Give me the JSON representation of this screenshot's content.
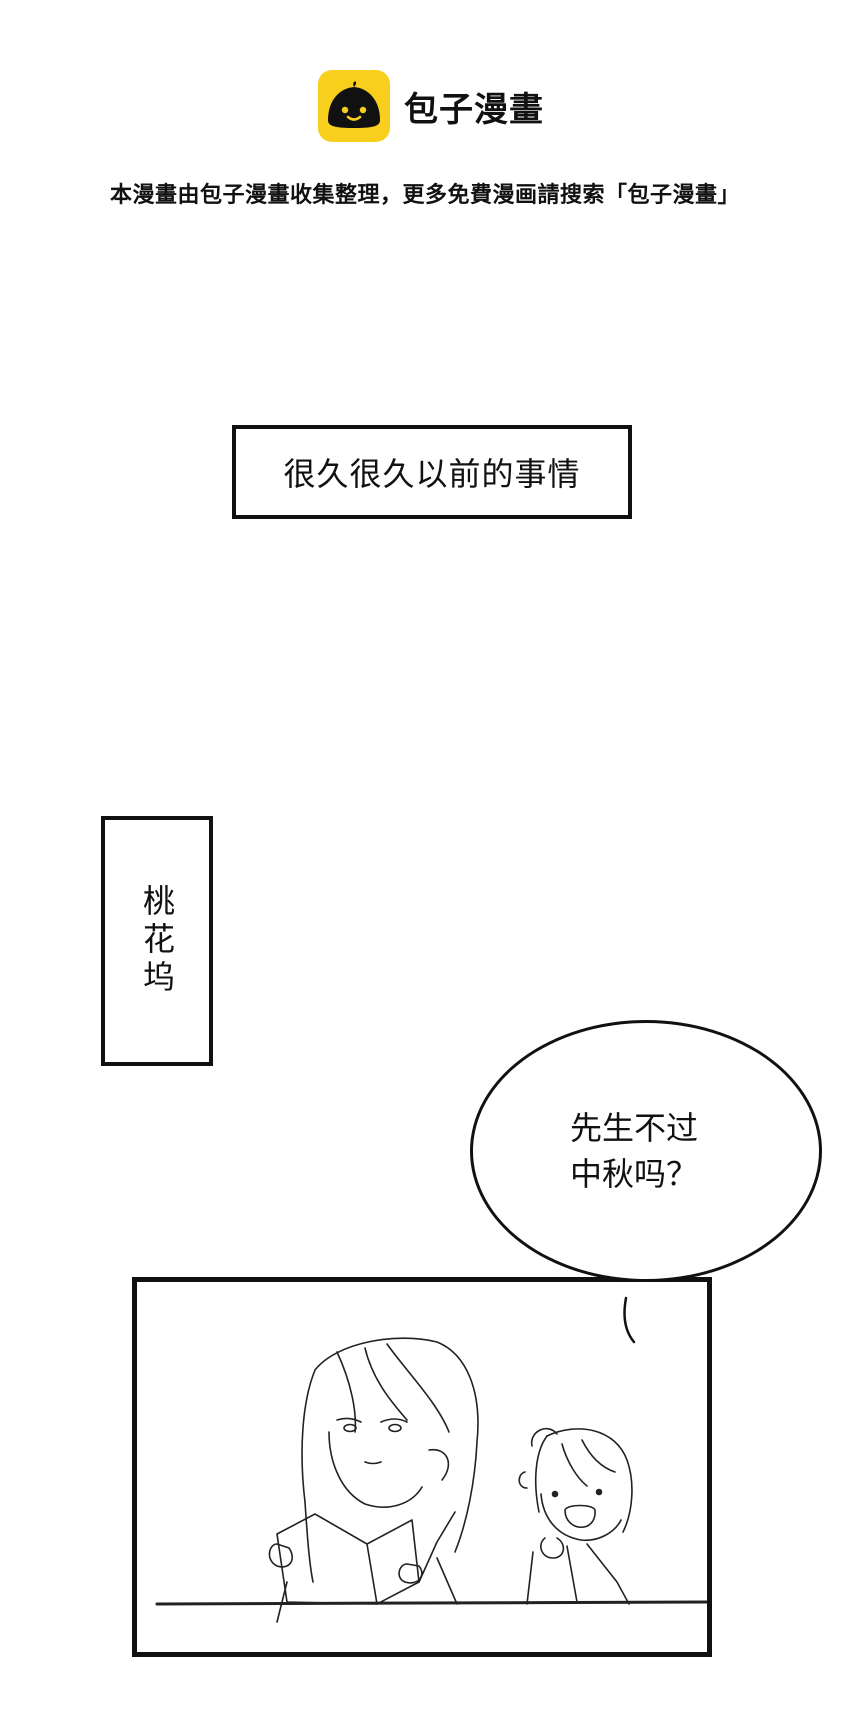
{
  "brand": {
    "name": "包子漫畫",
    "logo_icon": "steamed-bun-icon",
    "logo_color": "#f9cf1d"
  },
  "source_note": "本漫畫由包子漫畫收集整理，更多免費漫画請搜索「包子漫畫」",
  "caption": "很久很久以前的事情",
  "location": "桃花坞",
  "speech_bubble": {
    "lines": [
      "先生不过",
      "中秋吗？"
    ]
  }
}
